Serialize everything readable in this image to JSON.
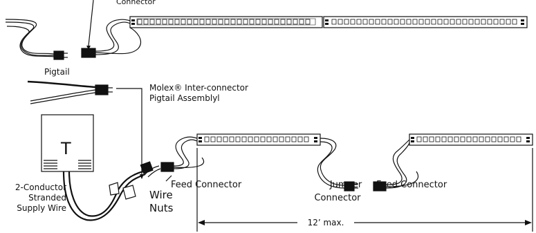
{
  "labels": {
    "connector_top": "Connector",
    "pigtail": "Pigtail",
    "molex_line1": "Molex® Inter-connector",
    "molex_line2": "Pigtail Assemblyl",
    "transformer_letter": "T",
    "supply_line1": "2-Conductor",
    "supply_line2": "Stranded",
    "supply_line3": "Supply Wire",
    "wire_nuts_line1": "Wire",
    "wire_nuts_line2": "Nuts",
    "feed_connector_left": "Feed Connector",
    "jumper_line1": "Jumper",
    "jumper_line2": "Connector",
    "feed_connector_right": "Feed Connector",
    "max_length": "12’ max."
  },
  "colors": {
    "ink": "#111111",
    "background": "#ffffff"
  }
}
